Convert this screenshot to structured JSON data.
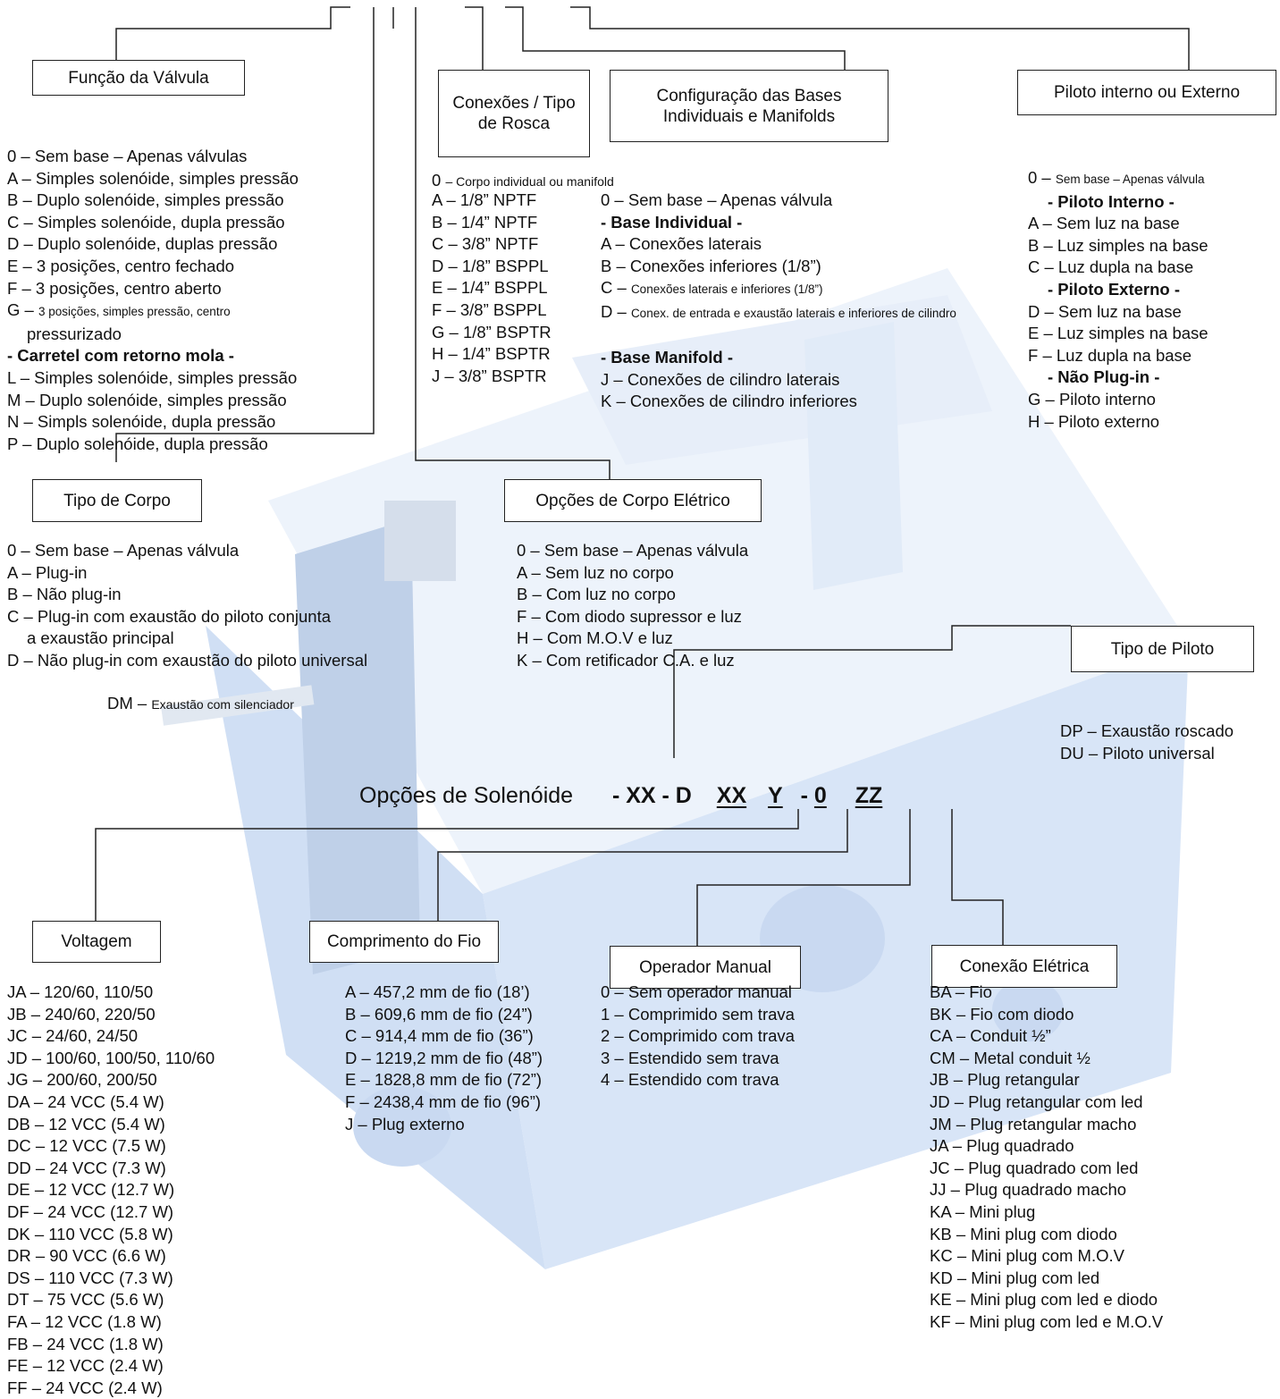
{
  "boxes": {
    "funcao": "Função da Válvula",
    "conexoes": "Conexões / Tipo de Rosca",
    "configuracao": "Configuração das Bases Individuais e Manifolds",
    "piloto_int_ext": "Piloto interno ou Externo",
    "tipo_corpo": "Tipo de Corpo",
    "opcoes_corpo": "Opções de Corpo Elétrico",
    "tipo_piloto": "Tipo de Piloto",
    "voltagem": "Voltagem",
    "comprimento": "Comprimento do Fio",
    "operador": "Operador Manual",
    "conexao_eletrica": "Conexão Elétrica"
  },
  "funcao_list": [
    {
      "t": "0 – Sem base – Apenas válvulas"
    },
    {
      "t": "A – Simples solenóide, simples pressão"
    },
    {
      "t": "B – Duplo solenóide, simples pressão"
    },
    {
      "t": "C – Simples solenóide, dupla pressão"
    },
    {
      "t": "D – Duplo solenóide, duplas pressão"
    },
    {
      "t": "E – 3 posições, centro fechado"
    },
    {
      "t": "F – 3 posições, centro aberto"
    },
    {
      "t": "G – 3 posições, simples pressão, centro",
      "small": true
    },
    {
      "t": "pressurizado",
      "indent": true
    },
    {
      "t": "- Carretel com retorno mola -",
      "bold": true
    },
    {
      "t": "L – Simples solenóide, simples pressão"
    },
    {
      "t": "M – Duplo solenóide, simples pressão"
    },
    {
      "t": "N – Simpls solenóide, dupla pressão"
    },
    {
      "t": "P – Duplo solenóide, dupla pressão"
    }
  ],
  "conexoes_header": "0 – Corpo individual ou manifold",
  "conexoes_list": [
    {
      "t": "A – 1/8” NPTF"
    },
    {
      "t": "B – 1/4” NPTF"
    },
    {
      "t": "C – 3/8” NPTF"
    },
    {
      "t": "D – 1/8” BSPPL"
    },
    {
      "t": "E – 1/4” BSPPL"
    },
    {
      "t": "F – 3/8” BSPPL"
    },
    {
      "t": "G – 1/8” BSPTR"
    },
    {
      "t": "H – 1/4” BSPTR"
    },
    {
      "t": "J – 3/8” BSPTR"
    }
  ],
  "configuracao_list": [
    {
      "t": "0 – Sem base – Apenas válvula"
    },
    {
      "t": "- Base Individual -",
      "bold": true
    },
    {
      "t": "A – Conexões laterais"
    },
    {
      "t": "B – Conexões inferiores (1/8”)"
    },
    {
      "t": "C – Conexões laterais e inferiores (1/8”)",
      "small": true
    },
    {
      "t": "D – Conex. de entrada e exaustão laterais e inferiores de cilindro",
      "small": true
    },
    {
      "t": "",
      "gap": true
    },
    {
      "t": "- Base Manifold -",
      "bold": true
    },
    {
      "t": "J – Conexões de cilindro laterais"
    },
    {
      "t": "K – Conexões de cilindro inferiores"
    }
  ],
  "piloto_list": [
    {
      "t": "0 – Sem base – Apenas válvula",
      "small": true
    },
    {
      "t": "- Piloto Interno -",
      "bold": true,
      "indent": true
    },
    {
      "t": "A – Sem luz na base"
    },
    {
      "t": "B – Luz simples na base"
    },
    {
      "t": "C – Luz dupla na base"
    },
    {
      "t": "- Piloto Externo -",
      "bold": true,
      "indent": true
    },
    {
      "t": "D – Sem luz na base"
    },
    {
      "t": "E – Luz simples na base"
    },
    {
      "t": "F – Luz dupla na base"
    },
    {
      "t": "- Não Plug-in -",
      "bold": true,
      "indent": true
    },
    {
      "t": "G – Piloto interno"
    },
    {
      "t": "H – Piloto externo"
    }
  ],
  "tipo_corpo_list": [
    {
      "t": "0 – Sem base – Apenas válvula"
    },
    {
      "t": "A – Plug-in"
    },
    {
      "t": "B – Não plug-in"
    },
    {
      "t": "C – Plug-in com exaustão do piloto conjunta"
    },
    {
      "t": "a exaustão principal",
      "indent": true
    },
    {
      "t": "D – Não plug-in com exaustão do piloto universal"
    }
  ],
  "opcoes_corpo_list": [
    {
      "t": "0 – Sem base – Apenas válvula"
    },
    {
      "t": "A – Sem luz no corpo"
    },
    {
      "t": "B – Com luz no corpo"
    },
    {
      "t": "F – Com diodo supressor e luz"
    },
    {
      "t": "H – Com M.O.V e luz"
    },
    {
      "t": "K – Com retificador C.A. e luz"
    }
  ],
  "dm": {
    "code": "DM – ",
    "text": "Exaustão com silenciador"
  },
  "tipo_piloto_list": [
    {
      "t": "DP – Exaustão roscado"
    },
    {
      "t": "DU – Piloto universal"
    }
  ],
  "code_line": {
    "label": "Opções de Solenóide",
    "s1": "- XX - D",
    "s2": "XX",
    "s3": "Y",
    "s4": "-",
    "s5": "0",
    "s6": "ZZ"
  },
  "voltagem_list": [
    {
      "t": "JA – 120/60, 110/50"
    },
    {
      "t": "JB – 240/60, 220/50"
    },
    {
      "t": "JC – 24/60, 24/50"
    },
    {
      "t": "JD – 100/60, 100/50, 110/60"
    },
    {
      "t": "JG – 200/60, 200/50"
    },
    {
      "t": "DA – 24 VCC (5.4 W)"
    },
    {
      "t": "DB – 12 VCC (5.4 W)"
    },
    {
      "t": "DC – 12 VCC (7.5 W)"
    },
    {
      "t": "DD – 24 VCC (7.3 W)"
    },
    {
      "t": "DE – 12 VCC (12.7 W)"
    },
    {
      "t": "DF – 24 VCC (12.7 W)"
    },
    {
      "t": "DK – 110 VCC (5.8 W)"
    },
    {
      "t": "DR – 90 VCC (6.6 W)"
    },
    {
      "t": "DS – 110 VCC (7.3 W)"
    },
    {
      "t": "DT – 75 VCC (5.6 W)"
    },
    {
      "t": "FA – 12 VCC (1.8 W)"
    },
    {
      "t": "FB – 24 VCC (1.8 W)"
    },
    {
      "t": "FE – 12 VCC (2.4 W)"
    },
    {
      "t": "FF – 24 VCC (2.4 W)"
    }
  ],
  "comprimento_list": [
    {
      "t": "A – 457,2 mm de fio (18’)"
    },
    {
      "t": "B – 609,6 mm de fio (24”)"
    },
    {
      "t": "C – 914,4 mm de fio (36”)"
    },
    {
      "t": "D – 1219,2 mm de fio (48”)"
    },
    {
      "t": "E – 1828,8 mm de fio (72”)"
    },
    {
      "t": "F – 2438,4 mm de fio (96”)"
    },
    {
      "t": "J – Plug externo"
    }
  ],
  "operador_list": [
    {
      "t": "0 – Sem operador manual"
    },
    {
      "t": "1 – Comprimido sem trava"
    },
    {
      "t": "2 – Comprimido com trava"
    },
    {
      "t": "3 – Estendido sem trava"
    },
    {
      "t": "4 – Estendido com trava"
    }
  ],
  "conexao_eletrica_list": [
    {
      "t": "BA – Fio"
    },
    {
      "t": "BK – Fio com diodo"
    },
    {
      "t": "CA – Conduit ½”"
    },
    {
      "t": "CM – Metal conduit ½"
    },
    {
      "t": "JB – Plug retangular"
    },
    {
      "t": "JD – Plug retangular com led"
    },
    {
      "t": "JM – Plug retangular macho"
    },
    {
      "t": "JA – Plug quadrado"
    },
    {
      "t": "JC – Plug quadrado com led"
    },
    {
      "t": "JJ – Plug quadrado macho"
    },
    {
      "t": "KA – Mini plug"
    },
    {
      "t": "KB – Mini plug com diodo"
    },
    {
      "t": "KC – Mini plug com M.O.V"
    },
    {
      "t": "KD – Mini plug com led"
    },
    {
      "t": "KE – Mini plug com led e diodo"
    },
    {
      "t": "KF – Mini plug com led e M.O.V"
    }
  ],
  "colors": {
    "valve_blue": "#c5d8f0",
    "valve_mid": "#9fbde6",
    "line": "#222222"
  }
}
